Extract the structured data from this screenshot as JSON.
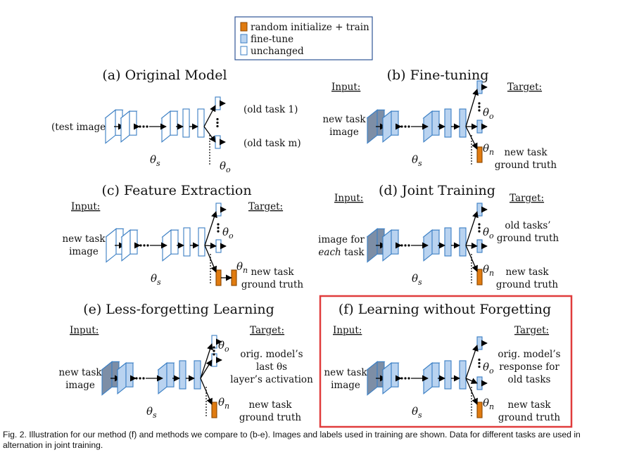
{
  "legend": {
    "items": [
      {
        "label": "random initialize + train",
        "kind": "random"
      },
      {
        "label": "fine-tune",
        "kind": "finetune"
      },
      {
        "label": "unchanged",
        "kind": "unchanged"
      }
    ]
  },
  "colors": {
    "unchanged_fill": "#ffffff",
    "unchanged_stroke": "#3b7fc4",
    "finetune_fill": "#b9d3f0",
    "finetune_stroke": "#3b7fc4",
    "image_fill": "#7d8ea6",
    "random_fill": "#e07b10",
    "random_stroke": "#8a4600",
    "highlight": "#e03c3c"
  },
  "panels": [
    {
      "id": "a",
      "title": "(a) Original Model",
      "input_label": "",
      "target_label": "",
      "input_text": "(test image)",
      "theta_s": "θs",
      "theta_o": "θo",
      "theta_n": "",
      "old_task_1": "(old task 1)",
      "old_task_m": "(old task m)",
      "old_target": "",
      "new_target": ""
    },
    {
      "id": "b",
      "title": "(b) Fine-tuning",
      "input_label": "Input:",
      "target_label": "Target:",
      "input_text": "new task image",
      "theta_s": "θs",
      "theta_o": "θo",
      "theta_n": "θn",
      "old_target": "",
      "new_target": "new task ground truth"
    },
    {
      "id": "c",
      "title": "(c) Feature Extraction",
      "input_label": "Input:",
      "target_label": "Target:",
      "input_text": "new task image",
      "theta_s": "θs",
      "theta_o": "θo",
      "theta_n": "θn",
      "old_target": "",
      "new_target": "new task ground truth"
    },
    {
      "id": "d",
      "title": "(d) Joint Training",
      "input_label": "Input:",
      "target_label": "Target:",
      "input_text": "image for each task",
      "theta_s": "θs",
      "theta_o": "θo",
      "theta_n": "θn",
      "old_target": "old tasks’ ground truth",
      "new_target": "new task ground truth"
    },
    {
      "id": "e",
      "title": "(e) Less-forgetting Learning",
      "input_label": "Input:",
      "target_label": "Target:",
      "input_text": "new task image",
      "theta_s": "θs",
      "theta_o": "θo",
      "theta_n": "θn",
      "old_target": "orig. model’s last θs layer’s activation",
      "new_target": "new task ground truth"
    },
    {
      "id": "f",
      "title": "(f) Learning without Forgetting",
      "input_label": "Input:",
      "target_label": "Target:",
      "input_text": "new task image",
      "theta_s": "θs",
      "theta_o": "θo",
      "theta_n": "θn",
      "old_target": "orig. model’s response for old tasks",
      "new_target": "new task ground truth"
    }
  ],
  "caption": "Fig. 2. Illustration for our method (f) and methods we compare to (b-e). Images and labels used in training are shown. Data for different tasks are used in alternation in joint training."
}
